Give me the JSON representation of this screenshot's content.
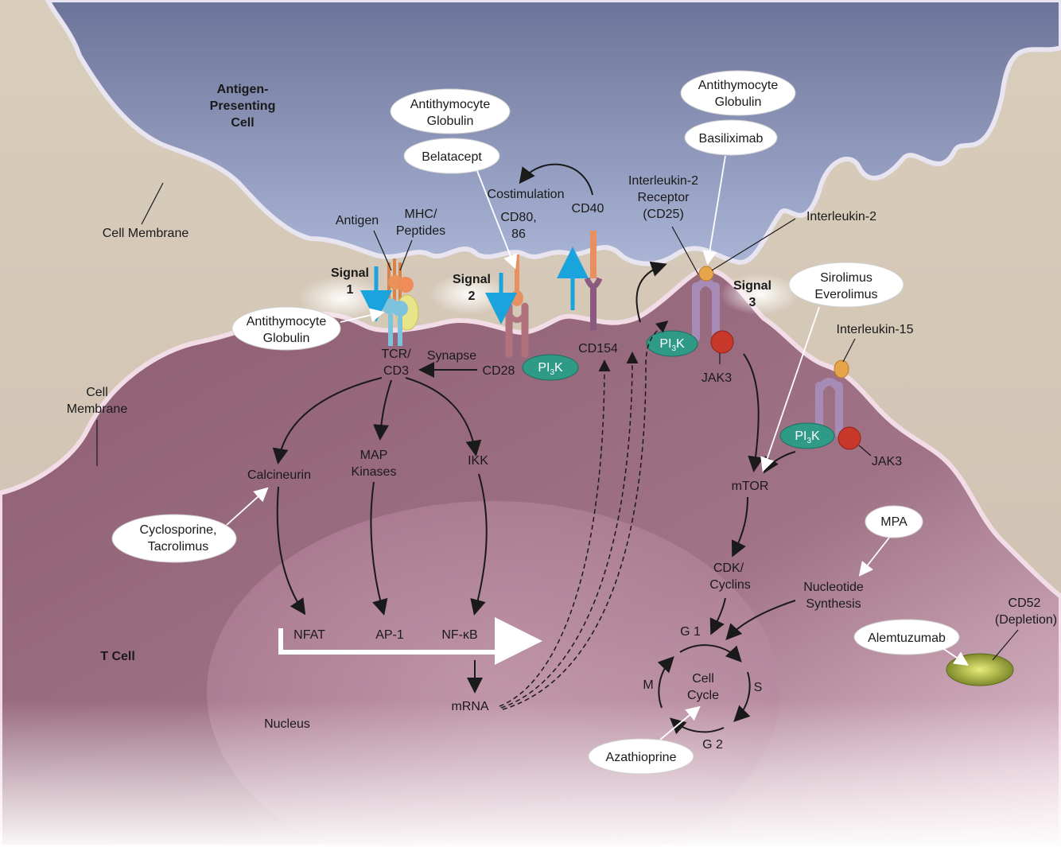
{
  "cells": {
    "apc": [
      "Antigen-",
      "Presenting",
      "Cell"
    ],
    "apc_membrane": "Cell Membrane",
    "tcell_membrane": [
      "Cell",
      "Membrane"
    ],
    "tcell": "T Cell",
    "nucleus": "Nucleus"
  },
  "signals": {
    "s1": [
      "Signal",
      "1"
    ],
    "s2": [
      "Signal",
      "2"
    ],
    "s3": [
      "Signal",
      "3"
    ]
  },
  "molecules": {
    "antigen": "Antigen",
    "mhc": [
      "MHC/",
      "Peptides"
    ],
    "tcr": [
      "TCR/",
      "CD3"
    ],
    "synapse": "Synapse",
    "cd28": "CD28",
    "cd80": [
      "CD80,",
      "86"
    ],
    "costimulation": "Costimulation",
    "cd40": "CD40",
    "cd154": "CD154",
    "il2r": [
      "Interleukin-2",
      "Receptor",
      "(CD25)"
    ],
    "il2": "Interleukin-2",
    "il15": "Interleukin-15",
    "jak3_a": "JAK3",
    "jak3_b": "JAK3",
    "pi3k": "PI",
    "pi3k_sub": "3",
    "pi3k_end": "K",
    "cd52": [
      "CD52",
      "(Depletion)"
    ]
  },
  "pathway": {
    "calcineurin": "Calcineurin",
    "map": [
      "MAP",
      "Kinases"
    ],
    "ikk": "IKK",
    "nfat": "NFAT",
    "ap1": "AP-1",
    "nfkb": "NF-κB",
    "mrna": "mRNA",
    "mtor": "mTOR",
    "cdk": [
      "CDK/",
      "Cyclins"
    ],
    "nucleotide": [
      "Nucleotide",
      "Synthesis"
    ],
    "g1": "G 1",
    "s": "S",
    "g2": "G 2",
    "m": "M",
    "cellcycle": [
      "Cell",
      "Cycle"
    ]
  },
  "drugs": {
    "atg_top1": [
      "Antithymocyte",
      "Globulin"
    ],
    "belatacept": "Belatacept",
    "atg_top2": [
      "Antithymocyte",
      "Globulin"
    ],
    "basiliximab": "Basiliximab",
    "sirolimus": [
      "Sirolimus",
      "Everolimus"
    ],
    "atg_left": [
      "Antithymocyte",
      "Globulin"
    ],
    "cyclosporine": [
      "Cyclosporine,",
      "Tacrolimus"
    ],
    "mpa": "MPA",
    "alemtuzumab": "Alemtuzumab",
    "azathioprine": "Azathioprine"
  },
  "colors": {
    "apc_fill": "#a6b0d0",
    "tcell_fill": "#8a5c70",
    "nucleus_fill": "#caa0b4",
    "pi3k_fill": "#2f9a86",
    "jak3_fill": "#c8382a",
    "signal_arrow": "#1aa3dc"
  }
}
